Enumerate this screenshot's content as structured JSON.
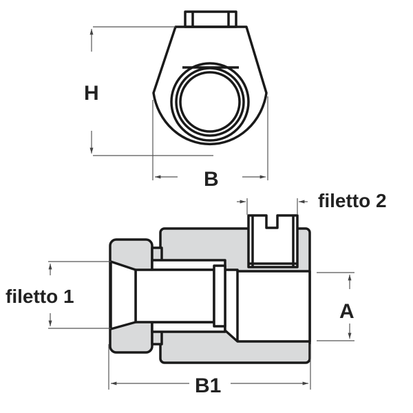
{
  "labels": {
    "h": "H",
    "b": "B",
    "filetto_2": "filetto 2",
    "filetto_1": "filetto 1",
    "a": "A",
    "b1": "B1"
  },
  "colors": {
    "section_fill": "#d9dadb",
    "outline": "#1a1a1a"
  }
}
